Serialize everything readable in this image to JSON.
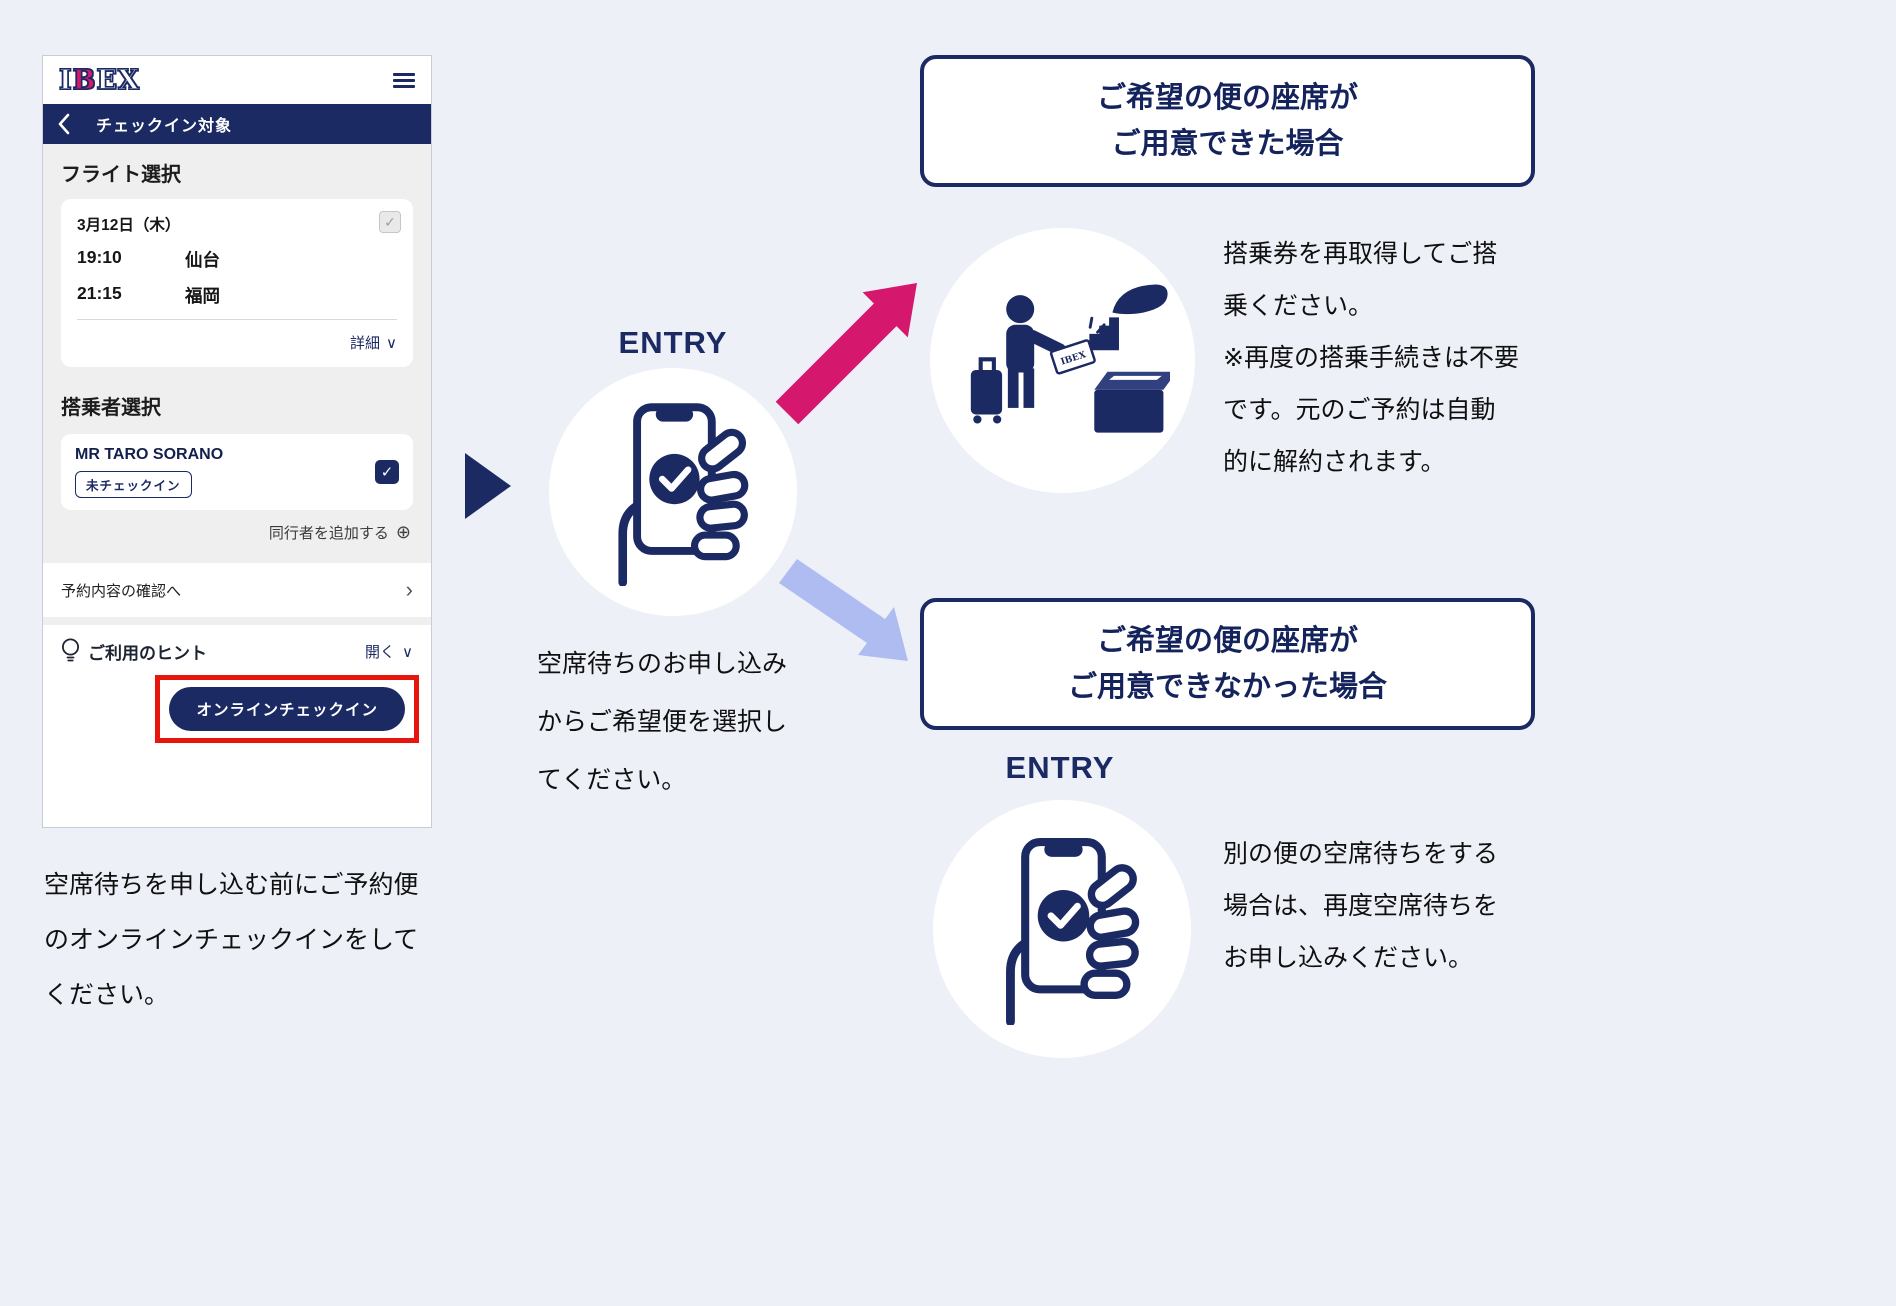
{
  "colors": {
    "navy": "#1b2a63",
    "pink_arrow": "#d6176e",
    "lavender_arrow": "#aebcf2",
    "highlight_red": "#e8150d",
    "page_background": "#edf1f7"
  },
  "icons": {
    "menu": "hamburger",
    "back": "chevron-left",
    "chevron_down": "∨",
    "chevron_right": "›",
    "add_plus": "⊕",
    "check": "✓",
    "hint_bulb": "lightbulb"
  },
  "phone": {
    "logo": {
      "l1": "I",
      "l2": "B",
      "l3": "EX"
    },
    "navbar_title": "チェックイン対象",
    "flight_section": {
      "title": "フライト選択",
      "date": "3月12日（木）",
      "rows": [
        {
          "time": "19:10",
          "city": "仙台"
        },
        {
          "time": "21:15",
          "city": "福岡"
        }
      ],
      "detail_label": "詳細"
    },
    "passenger_section": {
      "title": "搭乗者選択",
      "name": "MR TARO SORANO",
      "badge": "未チェックイン",
      "add_companion": "同行者を追加する"
    },
    "reserve_row": "予約内容の確認へ",
    "hint_row": {
      "label": "ご利用のヒント",
      "open_label": "開く"
    },
    "checkin_button": "オンラインチェックイン"
  },
  "caption_left": [
    "空席待ちを申し込む前にご予約便",
    "のオンラインチェックインをして",
    "ください。"
  ],
  "center": {
    "entry_label": "ENTRY",
    "caption": [
      "空席待ちのお申し込み",
      "からご希望便を選択し",
      "てください。"
    ]
  },
  "branch_success": {
    "box_lines": [
      "ご希望の便の座席が",
      "ご用意できた場合"
    ],
    "caption": [
      "搭乗券を再取得してご搭",
      "乗ください。",
      "※再度の搭乗手続きは不要",
      "です。元のご予約は自動",
      "的に解約されます。"
    ],
    "ticket_text": "IBEX"
  },
  "branch_fail": {
    "entry_label": "ENTRY",
    "box_lines": [
      "ご希望の便の座席が",
      "ご用意できなかった場合"
    ],
    "caption": [
      "別の便の空席待ちをする",
      "場合は、再度空席待ちを",
      "お申し込みください。"
    ]
  }
}
